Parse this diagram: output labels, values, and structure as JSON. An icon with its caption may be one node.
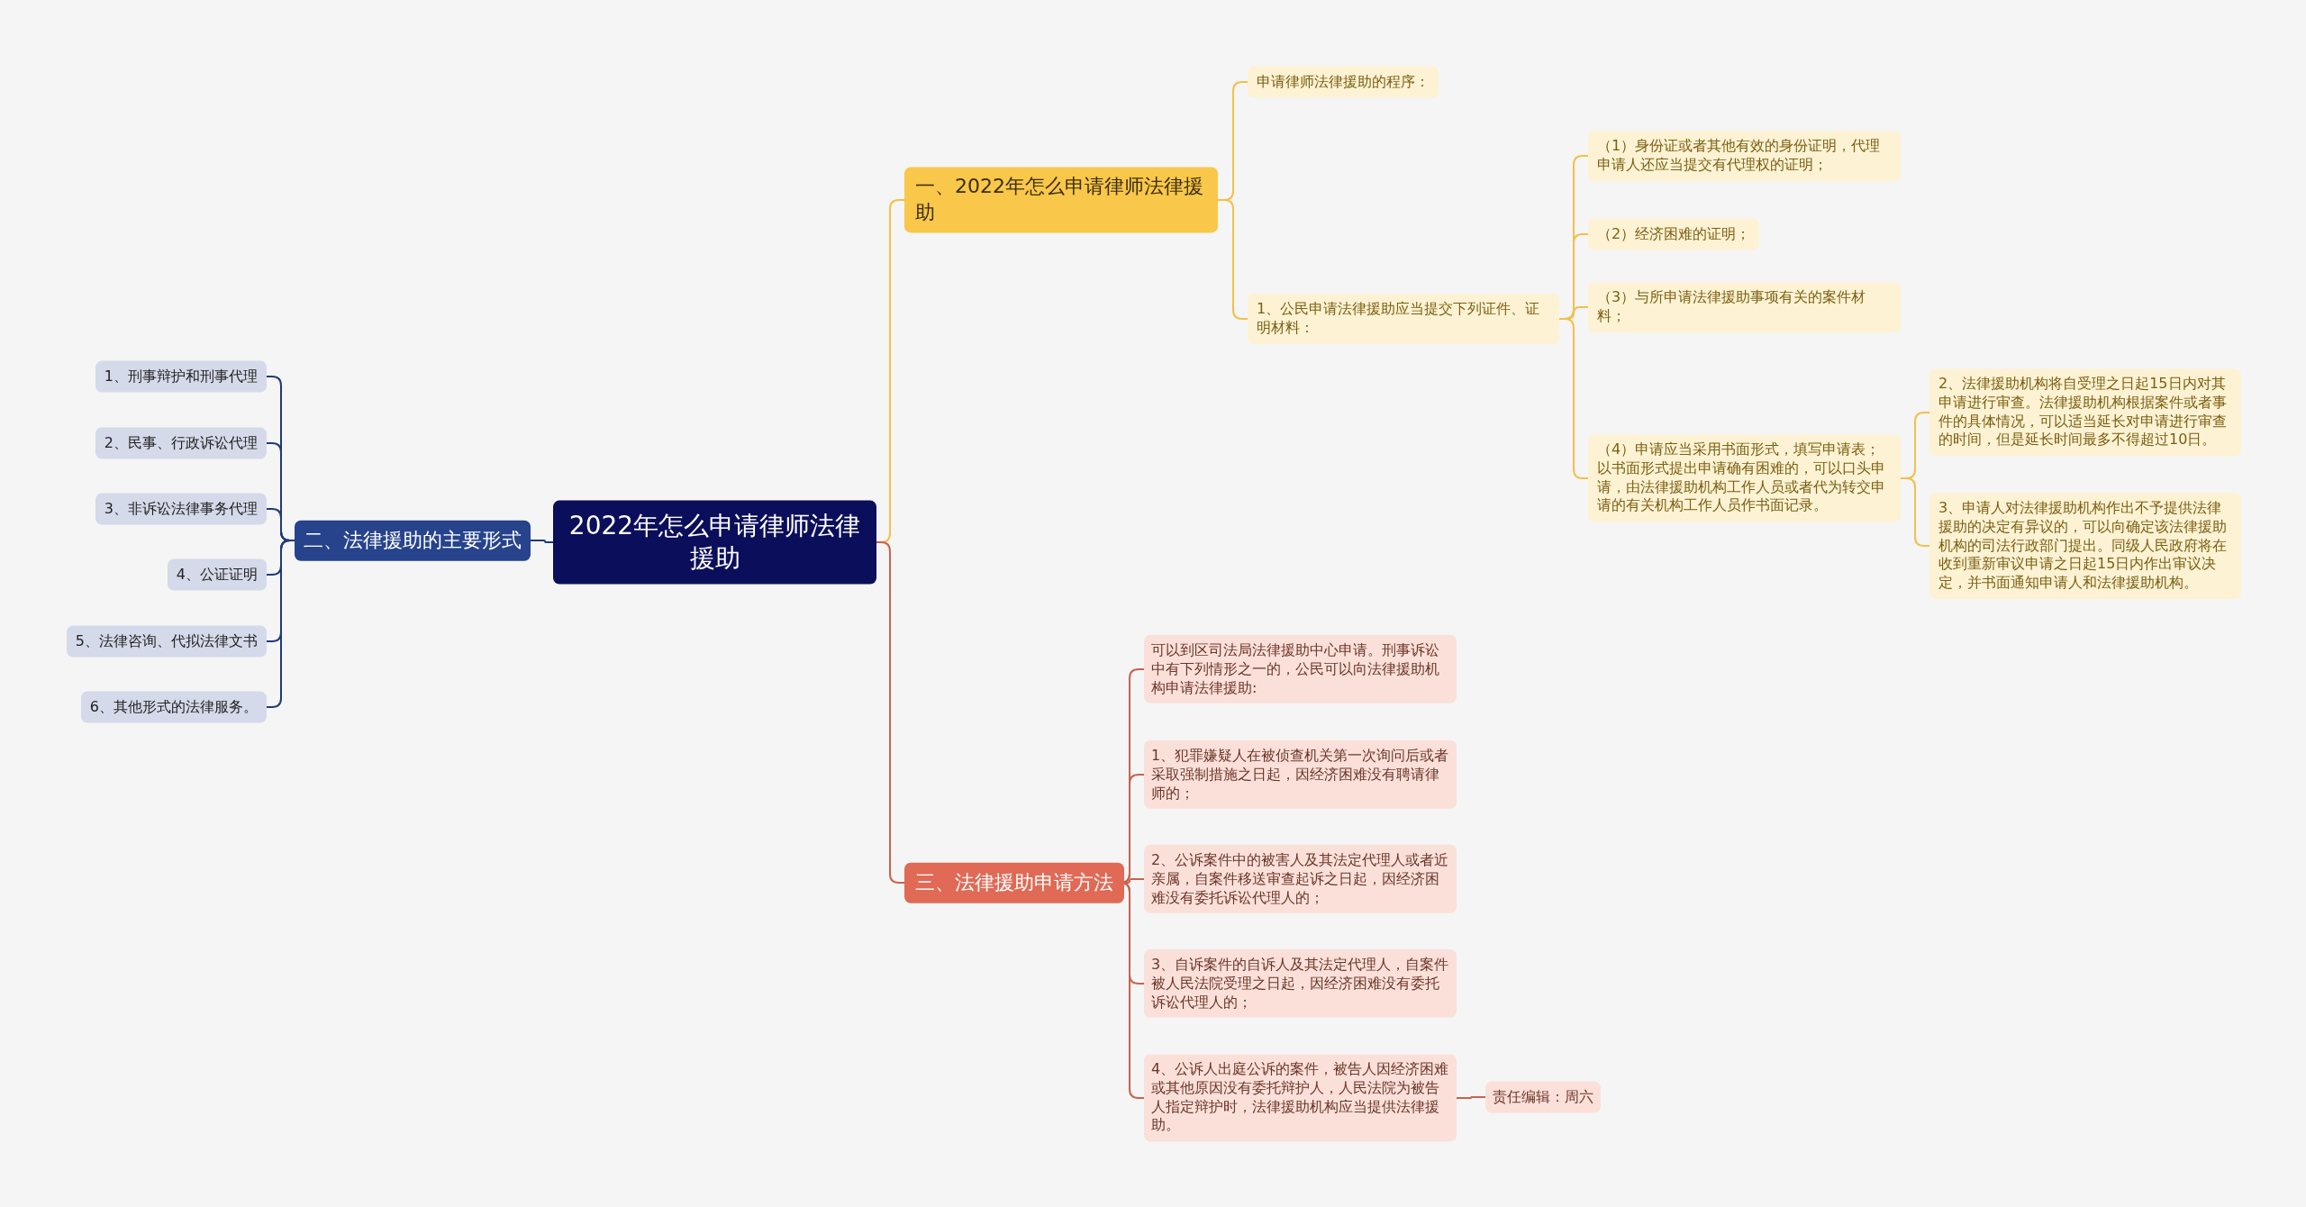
{
  "diagram": {
    "nodes": [
      {
        "text": [
          "2022年怎么申请律师法律援助"
        ]
      },
      {
        "text": [
          "一、2022年怎么申请律师法律援助"
        ]
      },
      {
        "text": [
          "申请律师法律援助的程序："
        ]
      },
      {
        "text": [
          "1、公民申请法律援助应当提交下列证件、证明材料："
        ]
      },
      {
        "text": [
          "（1）身份证或者其他有效的身份证明，代理申请人还应当提交有代理权的证明；"
        ]
      },
      {
        "text": [
          "（2）经济困难的证明；"
        ]
      },
      {
        "text": [
          "（3）与所申请法律援助事项有关的案件材料；"
        ]
      },
      {
        "text": [
          "（4）申请应当采用书面形式，填写申请表；以书面形式提出申请确有困难的，可以口头申请，由法律援助机构工作人员或者代为转交申请的有关机构工作人员作书面记录。"
        ]
      },
      {
        "text": [
          "2、法律援助机构将自受理之日起15日内对其申请进行审查。法律援助机构根据案件或者事件的具体情况，可以适当延长对申请进行审查的时间，但是延长时间最多不得超过10日。"
        ]
      },
      {
        "text": [
          "3、申请人对法律援助机构作出不予提供法律援助的决定有异议的，可以向确定该法律援助机构的司法行政部门提出。同级人民政府将在收到重新审议申请之日起15日内作出审议决定，并书面通知申请人和法律援助机构。"
        ]
      },
      {
        "text": [
          "二、法律援助的主要形式"
        ]
      },
      {
        "text": [
          "1、刑事辩护和刑事代理"
        ]
      },
      {
        "text": [
          "2、民事、行政诉讼代理"
        ]
      },
      {
        "text": [
          "3、非诉讼法律事务代理"
        ]
      },
      {
        "text": [
          "4、公证证明"
        ]
      },
      {
        "text": [
          "5、法律咨询、代拟法律文书"
        ]
      },
      {
        "text": [
          "6、其他形式的法律服务。"
        ]
      },
      {
        "text": [
          "三、法律援助申请方法"
        ]
      },
      {
        "text": [
          "可以到区司法局法律援助中心申请。刑事诉讼中有下列情形之一的，公民可以向法律援助机构申请法律援助:"
        ]
      },
      {
        "text": [
          "1、犯罪嫌疑人在被侦查机关第一次询问后或者采取强制措施之日起，因经济困难没有聘请律师的；"
        ]
      },
      {
        "text": [
          "2、公诉案件中的被害人及其法定代理人或者近亲属，自案件移送审查起诉之日起，因经济困难没有委托诉讼代理人的；"
        ]
      },
      {
        "text": [
          "3、自诉案件的自诉人及其法定代理人，自案件被人民法院受理之日起，因经济困难没有委托诉讼代理人的；"
        ]
      },
      {
        "text": [
          "4、公诉人出庭公诉的案件，被告人因经济困难或其他原因没有委托辩护人，人民法院为被告人指定辩护时，法律援助机构应当提供法律援助。"
        ]
      },
      {
        "text": [
          "责任编辑：周六"
        ]
      }
    ],
    "edges": [
      {
        "from": 0,
        "to": 1,
        "arrow": "none"
      },
      {
        "from": 0,
        "to": 10,
        "arrow": "none",
        "color": "#1f3a7a"
      },
      {
        "from": 0,
        "to": 17,
        "arrow": "none",
        "color": "#c8634f"
      },
      {
        "from": 1,
        "to": 2,
        "arrow": "none"
      },
      {
        "from": 1,
        "to": 3,
        "arrow": "none"
      },
      {
        "from": 3,
        "to": 4,
        "arrow": "none"
      },
      {
        "from": 3,
        "to": 5,
        "arrow": "none"
      },
      {
        "from": 3,
        "to": 6,
        "arrow": "none"
      },
      {
        "from": 3,
        "to": 7,
        "arrow": "none"
      },
      {
        "from": 7,
        "to": 8,
        "arrow": "none"
      },
      {
        "from": 7,
        "to": 9,
        "arrow": "none"
      },
      {
        "from": 10,
        "to": 11,
        "arrow": "none",
        "color": "#1f3a7a"
      },
      {
        "from": 10,
        "to": 12,
        "arrow": "none",
        "color": "#1f3a7a"
      },
      {
        "from": 10,
        "to": 13,
        "arrow": "none",
        "color": "#1f3a7a"
      },
      {
        "from": 10,
        "to": 14,
        "arrow": "none",
        "color": "#1f3a7a"
      },
      {
        "from": 10,
        "to": 15,
        "arrow": "none",
        "color": "#1f3a7a"
      },
      {
        "from": 10,
        "to": 16,
        "arrow": "none",
        "color": "#1f3a7a"
      },
      {
        "from": 17,
        "to": 18,
        "arrow": "none",
        "color": "#c8634f"
      },
      {
        "from": 17,
        "to": 19,
        "arrow": "none",
        "color": "#c8634f"
      },
      {
        "from": 17,
        "to": 20,
        "arrow": "none",
        "color": "#c8634f"
      },
      {
        "from": 17,
        "to": 21,
        "arrow": "none",
        "color": "#c8634f"
      },
      {
        "from": 17,
        "to": 22,
        "arrow": "none",
        "color": "#c8634f"
      },
      {
        "from": 22,
        "to": 23,
        "arrow": "none",
        "color": "#c8634f"
      }
    ]
  }
}
